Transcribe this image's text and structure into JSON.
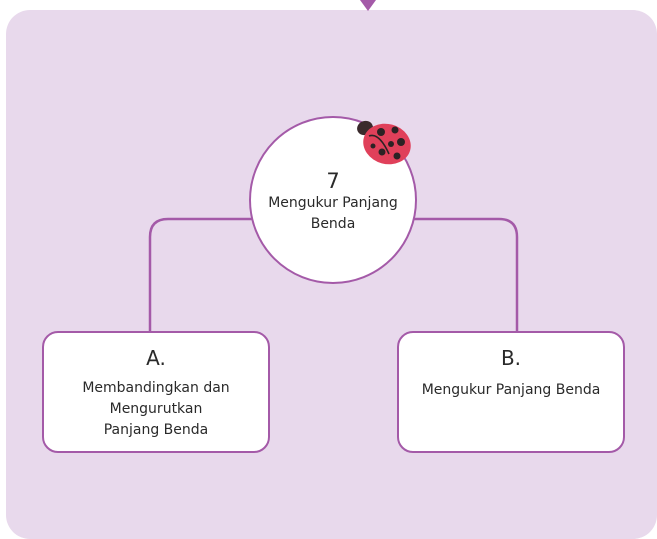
{
  "center": {
    "number": "7",
    "title": "Mengukur Panjang Benda"
  },
  "branches": [
    {
      "letter": "A.",
      "text": "Membandingkan dan Mengurutkan Panjang Benda"
    },
    {
      "letter": "B.",
      "text": "Mengukur Panjang Benda"
    }
  ],
  "colors": {
    "panel_background": "#e8d9ec",
    "accent": "#a45aa8",
    "node_fill": "#ffffff",
    "ladybug_shell": "#e0405a"
  },
  "icons": {
    "decoration": "ladybug-icon",
    "top_pointer": "triangle-down-icon"
  }
}
